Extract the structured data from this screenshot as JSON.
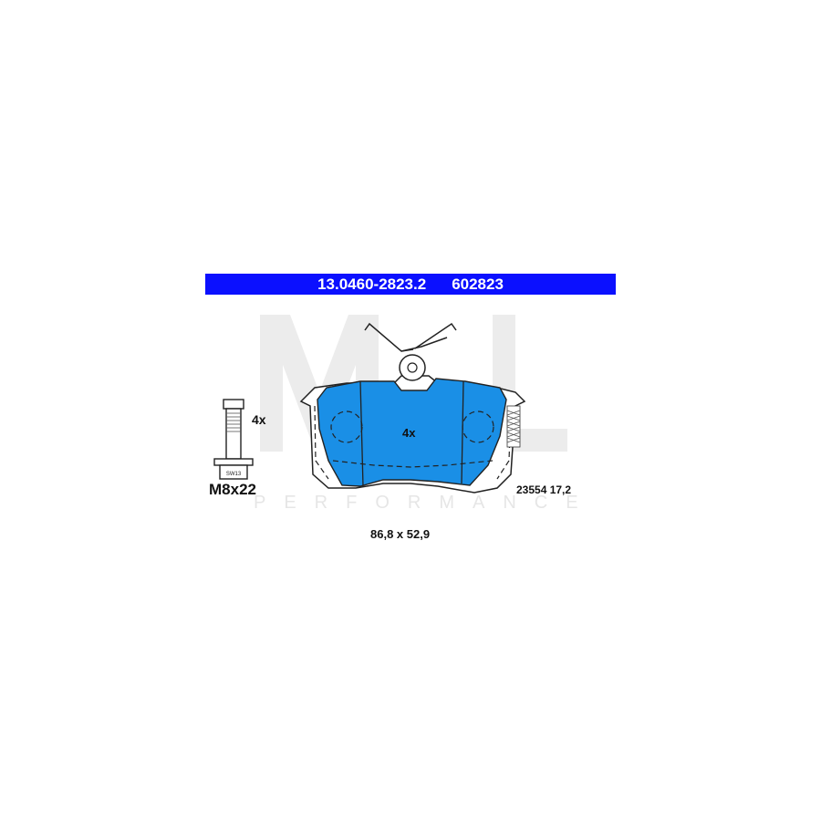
{
  "header": {
    "part_number": "13.0460-2823.2",
    "ref_number": "602823"
  },
  "bolt": {
    "count": "4x",
    "size": "M8x22",
    "wrench": "SW13"
  },
  "pad": {
    "count": "4x",
    "code": "23554 17,2",
    "dimensions": "86,8 x 52,9"
  },
  "watermark": {
    "logo": "ML",
    "tagline": "PERFORMANCE"
  },
  "colors": {
    "header_bg": "#0b10ff",
    "pad_fill": "#1a8fe6",
    "outline": "#222222",
    "watermark": "#e6e6e6"
  }
}
